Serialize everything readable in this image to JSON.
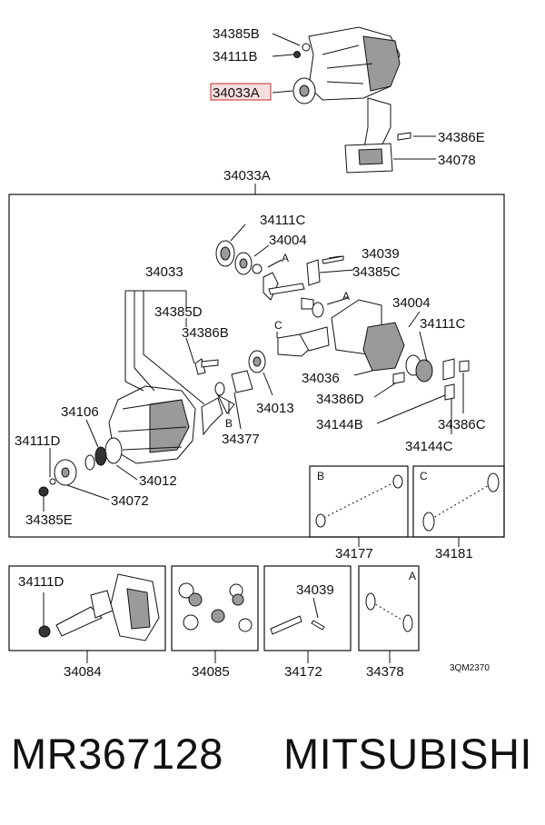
{
  "labels": {
    "l34385B_top": "34385B",
    "l34111B": "34111B",
    "l34033A_hl": "34033A",
    "l34386E": "34386E",
    "l34078": "34078",
    "l34033A_box": "34033A",
    "l34111C_a": "34111C",
    "l34004_a": "34004",
    "l34039_a": "34039",
    "l34385C": "34385C",
    "l34033": "34033",
    "l34385D": "34385D",
    "l34386B": "34386B",
    "l34004_b": "34004",
    "l34111C_b": "34111C",
    "l34036": "34036",
    "l34013": "34013",
    "l34386D": "34386D",
    "l34144B": "34144B",
    "l34386C": "34386C",
    "l34144C": "34144C",
    "l34106": "34106",
    "l34111D_a": "34111D",
    "l34012": "34012",
    "l34072": "34072",
    "l34385E": "34385E",
    "l34377": "34377",
    "l34177": "34177",
    "l34181": "34181",
    "l34111D_b": "34111D",
    "l34039_b": "34039",
    "l34084": "34084",
    "l34085": "34085",
    "l34172": "34172",
    "l34378": "34378",
    "ref_code": "3QM2370",
    "key_A1": "A",
    "key_A2": "A",
    "key_A3": "A",
    "key_B1": "B",
    "key_B2": "B",
    "key_C1": "C",
    "key_C2": "C"
  },
  "footer": {
    "part_number": "MR367128",
    "brand": "MITSUBISHI"
  },
  "colors": {
    "highlight_fill": "#f6dede",
    "highlight_stroke": "#d24a4a",
    "line": "#111111"
  }
}
